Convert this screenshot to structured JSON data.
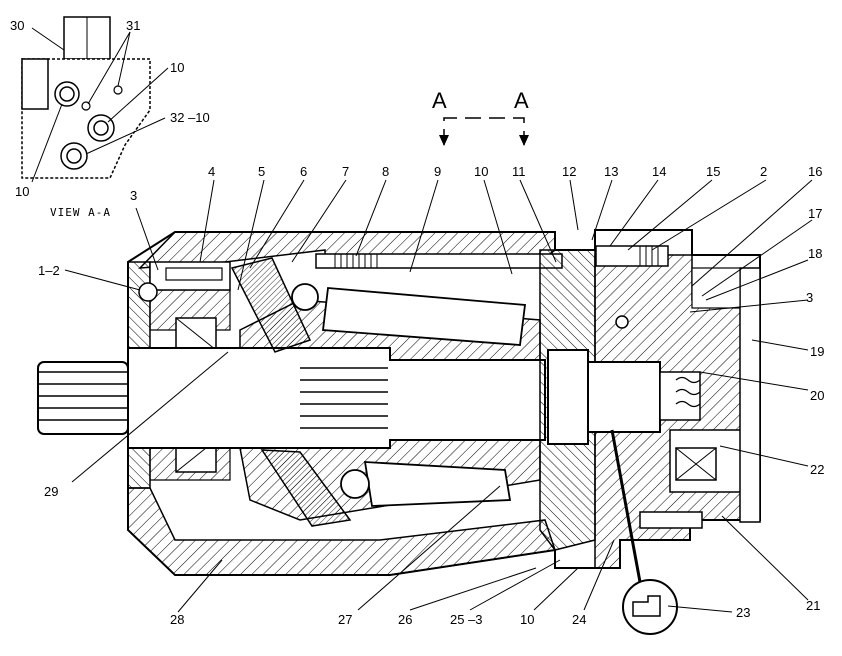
{
  "section_marker": {
    "left": "A",
    "right": "A"
  },
  "view_caption": "VIEW A-A",
  "view_labels": [
    "30",
    "31",
    "10",
    "32 –10",
    "10"
  ],
  "labels": [
    "1–2",
    "3",
    "4",
    "5",
    "6",
    "7",
    "8",
    "9",
    "10",
    "11",
    "12",
    "13",
    "14",
    "15",
    "2",
    "16",
    "17",
    "18",
    "3",
    "19",
    "20",
    "22",
    "21",
    "23",
    "24",
    "10",
    "25 –3",
    "26",
    "27",
    "28",
    "29"
  ]
}
